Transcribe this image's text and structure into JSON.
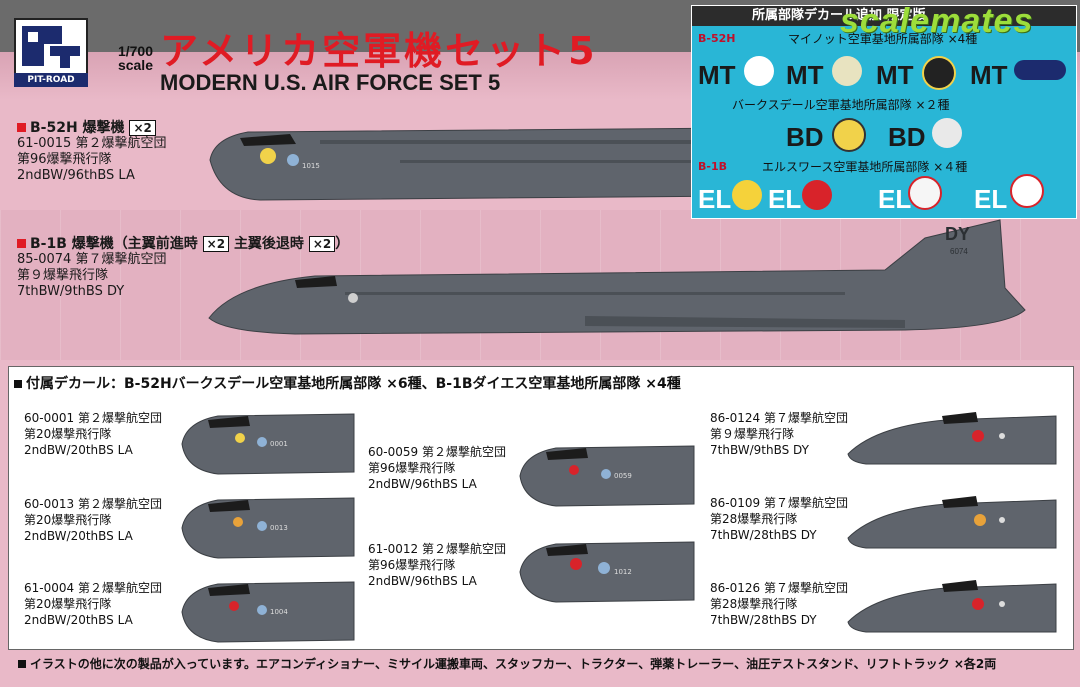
{
  "header": {
    "brand": "PIT-ROAD",
    "scale_label": "1/700 scale",
    "title_jp": "アメリカ空軍機セット5",
    "title_en": "MODERN U.S. AIR FORCE SET 5"
  },
  "watermark": "scalemates",
  "b52": {
    "heading": "B-52H 爆撃機",
    "qty": "×2",
    "line1": "61-0015 第２爆撃航空団",
    "line2": "第96爆撃飛行隊",
    "line3": "2ndBW/96thBS LA"
  },
  "b1": {
    "heading": "B-1B 爆撃機（主翼前進時",
    "qty1": "×2",
    "mid": "主翼後退時",
    "qty2": "×2",
    "close": "）",
    "line1": "85-0074 第７爆撃航空団",
    "line2": "第９爆撃飛行隊",
    "line3": "7thBW/9thBS DY",
    "tail_code": "DY",
    "tail_serial": "6074"
  },
  "decal_panel": {
    "top_text": "所属部隊デカール追加 限定版",
    "b52_tag": "B-52H",
    "b52_note": "マイノット空軍基地所属部隊 ×4種",
    "mt_codes": [
      "MT",
      "MT",
      "MT",
      "MT"
    ],
    "bd_note": "バークスデール空軍基地所属部隊 ×２種",
    "bd_codes": [
      "BD",
      "BD"
    ],
    "b1_tag": "B-1B",
    "el_note": "エルスワース空軍基地所属部隊 ×４種",
    "el_codes": [
      "EL",
      "EL",
      "EL",
      "EL"
    ]
  },
  "bottom": {
    "heading": "付属デカール：B-52Hバークスデール空軍基地所属部隊 ×6種、B-1Bダイエス空軍基地所属部隊 ×4種",
    "left": [
      {
        "l1": "60-0001 第２爆撃航空団",
        "l2": "第20爆撃飛行隊",
        "l3": "2ndBW/20thBS LA",
        "serial": "0001"
      },
      {
        "l1": "60-0013 第２爆撃航空団",
        "l2": "第20爆撃飛行隊",
        "l3": "2ndBW/20thBS LA",
        "serial": "0013"
      },
      {
        "l1": "61-0004 第２爆撃航空団",
        "l2": "第20爆撃飛行隊",
        "l3": "2ndBW/20thBS LA",
        "serial": "1004"
      }
    ],
    "middle": [
      {
        "l1": "60-0059 第２爆撃航空団",
        "l2": "第96爆撃飛行隊",
        "l3": "2ndBW/96thBS LA",
        "serial": "0059"
      },
      {
        "l1": "61-0012 第２爆撃航空団",
        "l2": "第96爆撃飛行隊",
        "l3": "2ndBW/96thBS LA",
        "serial": "1012"
      }
    ],
    "right": [
      {
        "l1": "86-0124 第７爆撃航空団",
        "l2": "第９爆撃飛行隊",
        "l3": "7thBW/9thBS DY"
      },
      {
        "l1": "86-0109 第７爆撃航空団",
        "l2": "第28爆撃飛行隊",
        "l3": "7thBW/28thBS DY"
      },
      {
        "l1": "86-0126 第７爆撃航空団",
        "l2": "第28爆撃飛行隊",
        "l3": "7thBW/28thBS DY"
      }
    ]
  },
  "footer": "イラストの他に次の製品が入っています。エアコンディショナー、ミサイル運搬車両、スタッフカー、トラクター、弾薬トレーラー、油圧テストスタンド、リフトトラック ×各2両",
  "colors": {
    "accent_red": "#e01b24",
    "aircraft_gray": "#5f646c",
    "decal_blue": "#29b6d6",
    "brand_navy": "#1c2b6e"
  }
}
